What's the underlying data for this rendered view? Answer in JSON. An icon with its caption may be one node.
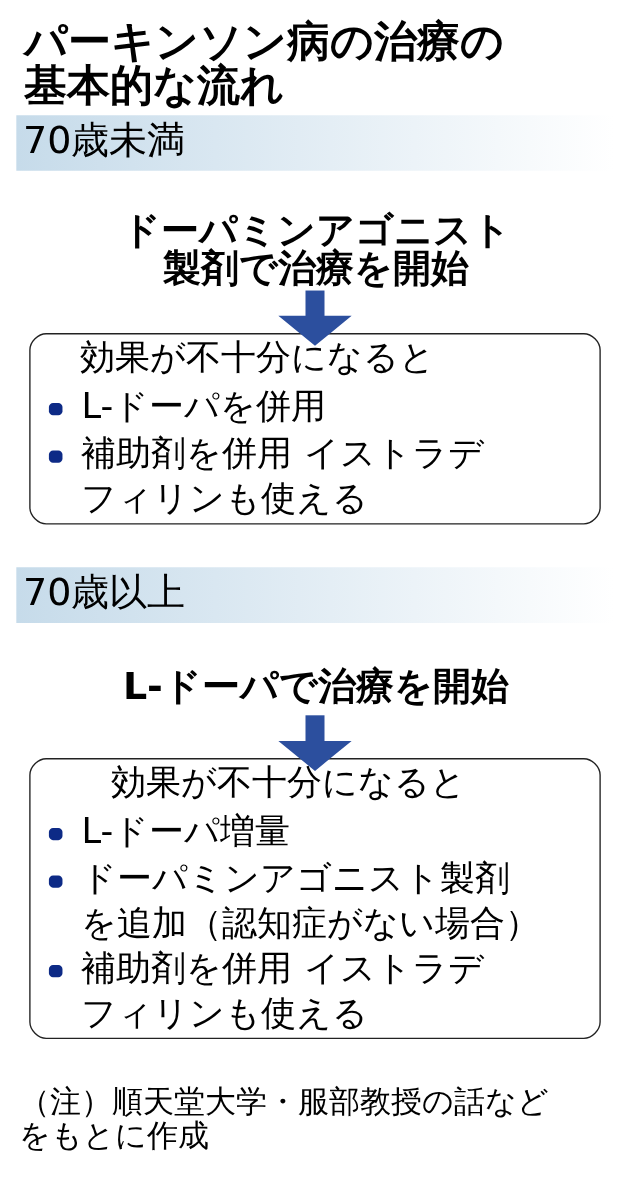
{
  "diagram": {
    "title": "パーキンソン病の治療の基本的な流れ",
    "nodes": [
      {
        "text": [
          "70歳未満"
        ]
      },
      {
        "text": [
          "ドーパミンアゴニスト製剤で治療を開始"
        ]
      },
      {
        "text": [
          "効果が不十分になると",
          "L-ドーパを併用",
          "補助剤を併用 イストラデフィリンも使える"
        ]
      },
      {
        "text": [
          "70歳以上"
        ]
      },
      {
        "text": [
          "L-ドーパで治療を開始"
        ]
      },
      {
        "text": [
          "効果が不十分になると",
          "L-ドーパ増量",
          "ドーパミンアゴニスト製剤を追加（認知症がない場合）",
          "補助剤を併用 イストラデフィリンも使える"
        ]
      }
    ],
    "edges": [
      {
        "from": 1,
        "to": 2,
        "arrow": "to"
      },
      {
        "from": 4,
        "to": 5,
        "arrow": "to"
      }
    ],
    "labels": [
      "（注）順天堂大学・服部教授の話などをもとに作成"
    ]
  }
}
